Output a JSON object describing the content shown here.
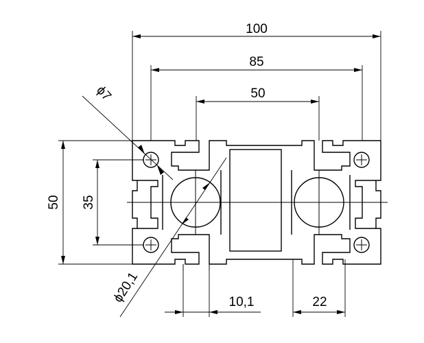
{
  "dimensions": {
    "overall_width": "100",
    "slot_span": "85",
    "inner_span": "50",
    "height": "50",
    "hole_spacing": "35",
    "small_hole_dia": "ϕ7",
    "large_bore_dia": "ϕ20,1",
    "web_width": "10,1",
    "slot_width": "22"
  }
}
